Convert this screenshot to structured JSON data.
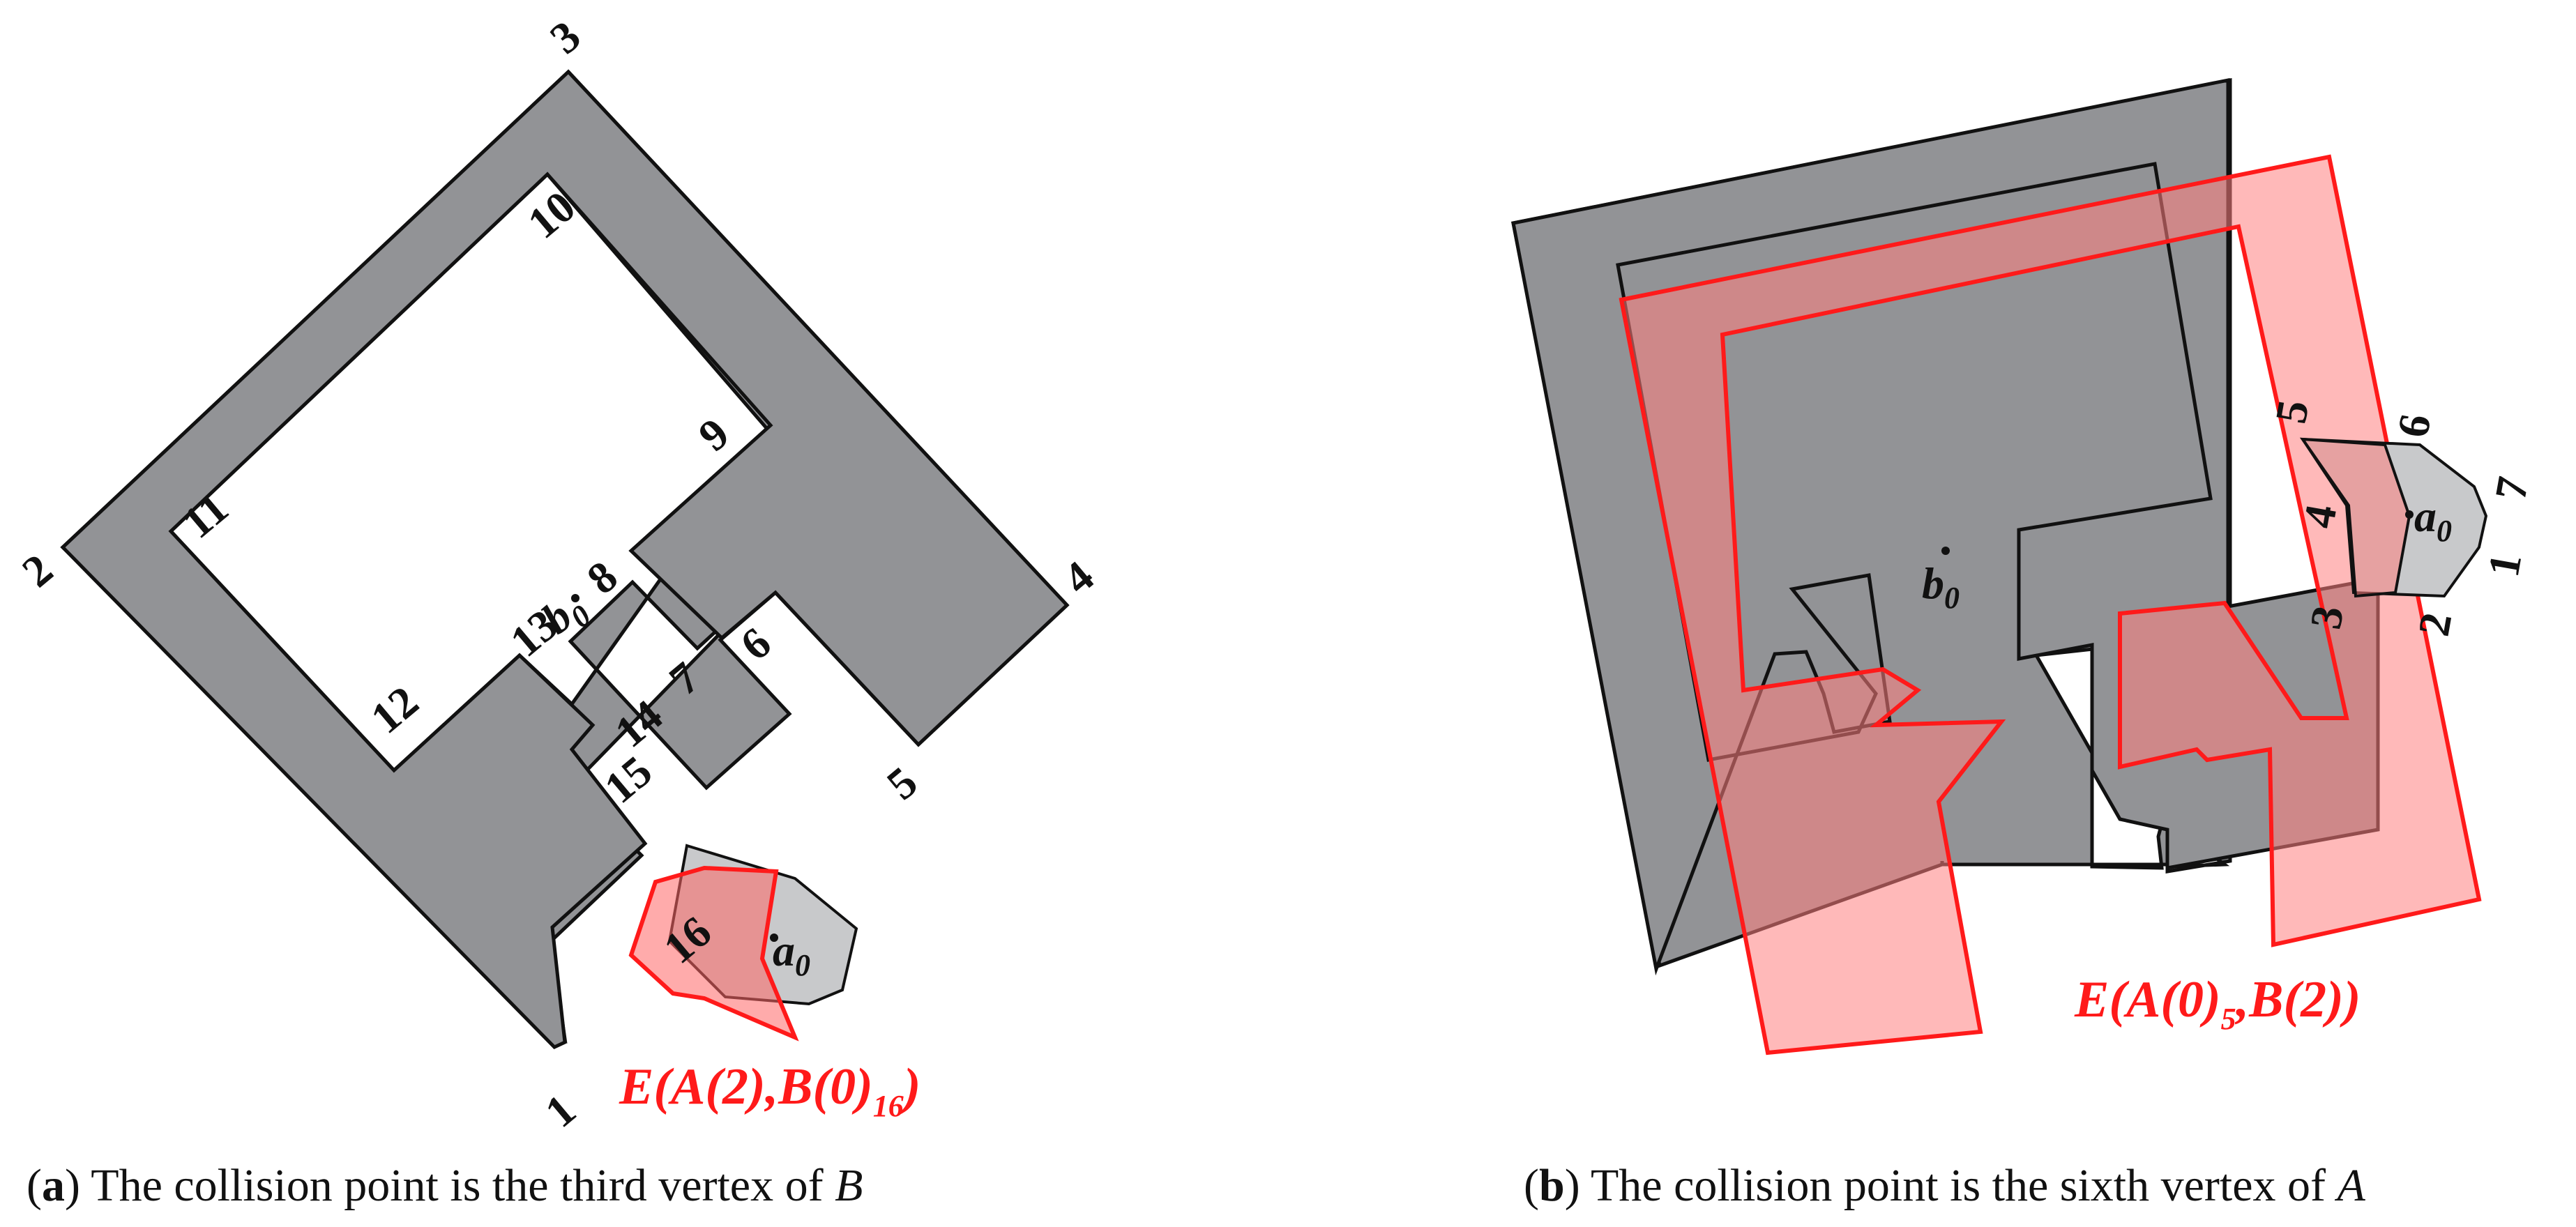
{
  "panel_a": {
    "vertex_labels": [
      "1",
      "2",
      "3",
      "4",
      "5",
      "6",
      "7",
      "8",
      "9",
      "10",
      "11",
      "12",
      "13",
      "14",
      "15",
      "16"
    ],
    "point_labels": {
      "b": "b",
      "b_sub": "0",
      "a": "a",
      "a_sub": "0"
    },
    "e_label": {
      "pre": "E(A(2),B(0)",
      "sub": "16",
      "post": ")"
    },
    "caption": {
      "open": "(",
      "letter": "a",
      "close": ")",
      "text": " The collision point is the third vertex of ",
      "var": "B"
    }
  },
  "panel_b": {
    "vertex_labels": [
      "1",
      "2",
      "3",
      "4",
      "5",
      "6",
      "7"
    ],
    "point_labels": {
      "b": "b",
      "b_sub": "0",
      "a": "a",
      "a_sub": "0"
    },
    "e_label": {
      "pre": "E(A(0)",
      "sub": "5",
      "post": ",B(2))"
    },
    "caption": {
      "open": "(",
      "letter": "b",
      "close": ")",
      "text": " The collision point is the sixth vertex of ",
      "var": "A"
    }
  },
  "colors": {
    "polygon_gray": "#929396",
    "light_gray": "#c8c9cb",
    "red": "#ff1a1a",
    "red_fill": "#ffadad",
    "stroke": "#111111"
  }
}
